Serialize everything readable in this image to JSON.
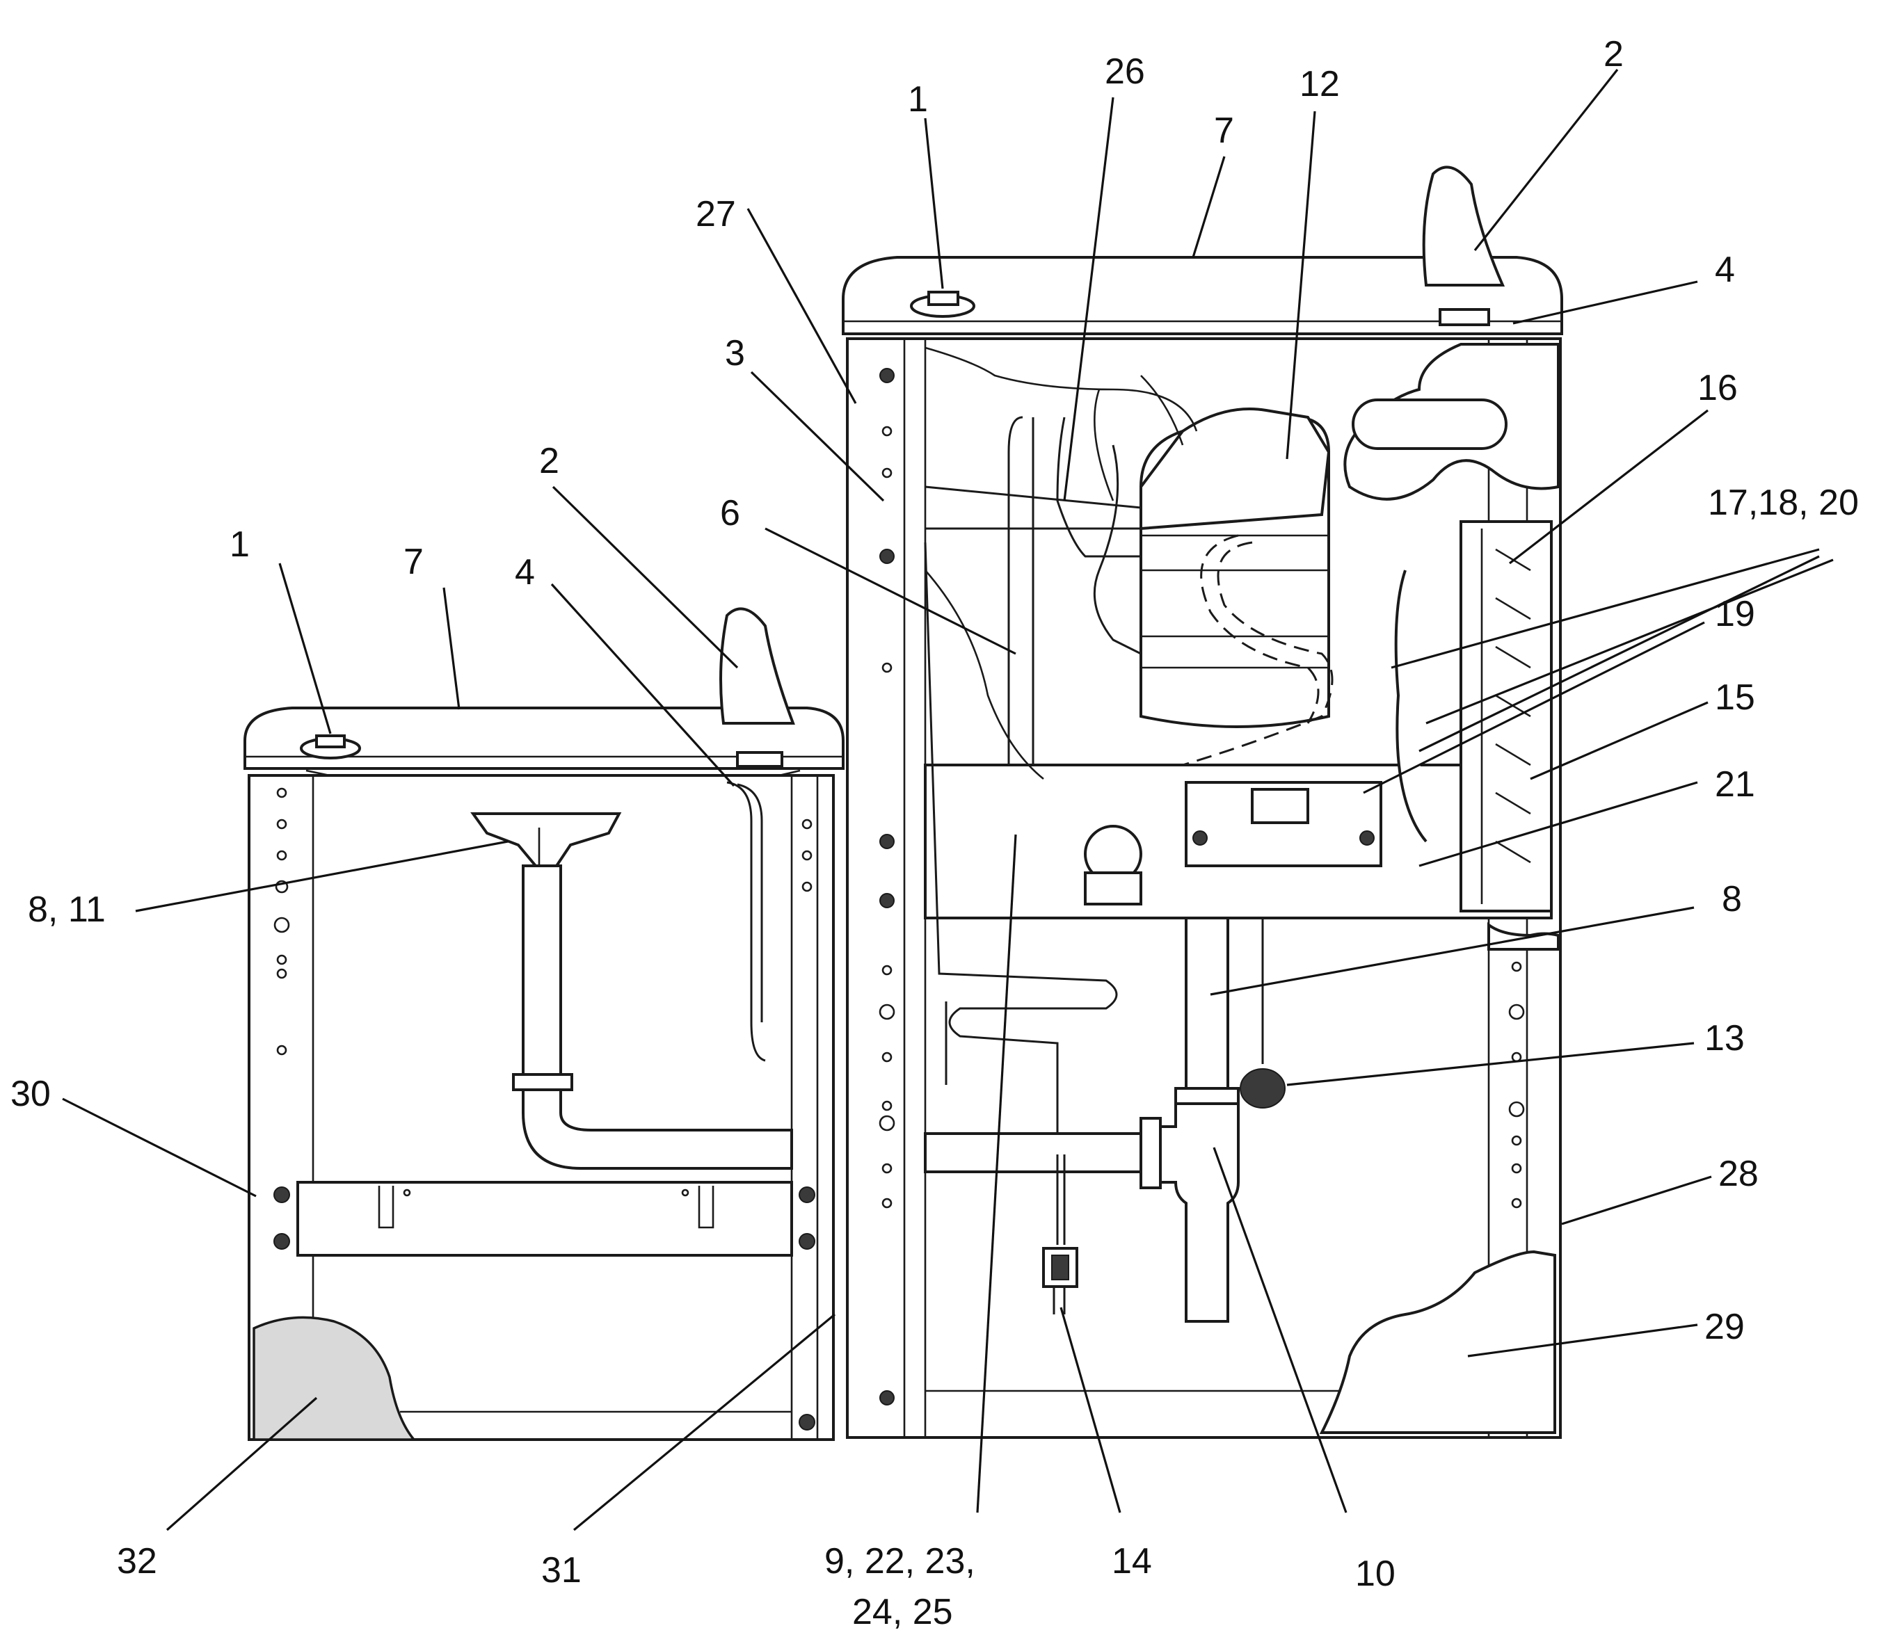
{
  "callouts": [
    {
      "id": "c1a",
      "text": "1"
    },
    {
      "id": "c26",
      "text": "26"
    },
    {
      "id": "c12",
      "text": "12"
    },
    {
      "id": "c7a",
      "text": "7"
    },
    {
      "id": "c2a",
      "text": "2"
    },
    {
      "id": "c27",
      "text": "27"
    },
    {
      "id": "c4a",
      "text": "4"
    },
    {
      "id": "c3",
      "text": "3"
    },
    {
      "id": "c16",
      "text": "16"
    },
    {
      "id": "c2b",
      "text": "2"
    },
    {
      "id": "c6",
      "text": "6"
    },
    {
      "id": "c17",
      "text": "17,18, 20"
    },
    {
      "id": "c1b",
      "text": "1"
    },
    {
      "id": "c7b",
      "text": "7"
    },
    {
      "id": "c4b",
      "text": "4"
    },
    {
      "id": "c19",
      "text": "19"
    },
    {
      "id": "c15",
      "text": "15"
    },
    {
      "id": "c21",
      "text": "21"
    },
    {
      "id": "c8a",
      "text": "8, 11"
    },
    {
      "id": "c8b",
      "text": "8"
    },
    {
      "id": "c13",
      "text": "13"
    },
    {
      "id": "c30",
      "text": "30"
    },
    {
      "id": "c28",
      "text": "28"
    },
    {
      "id": "c29",
      "text": "29"
    },
    {
      "id": "c32",
      "text": "32"
    },
    {
      "id": "c31",
      "text": "31"
    },
    {
      "id": "c9a",
      "text": "9, 22, 23,"
    },
    {
      "id": "c9b",
      "text": "24, 25"
    },
    {
      "id": "c14",
      "text": "14"
    },
    {
      "id": "c10",
      "text": "10"
    }
  ]
}
